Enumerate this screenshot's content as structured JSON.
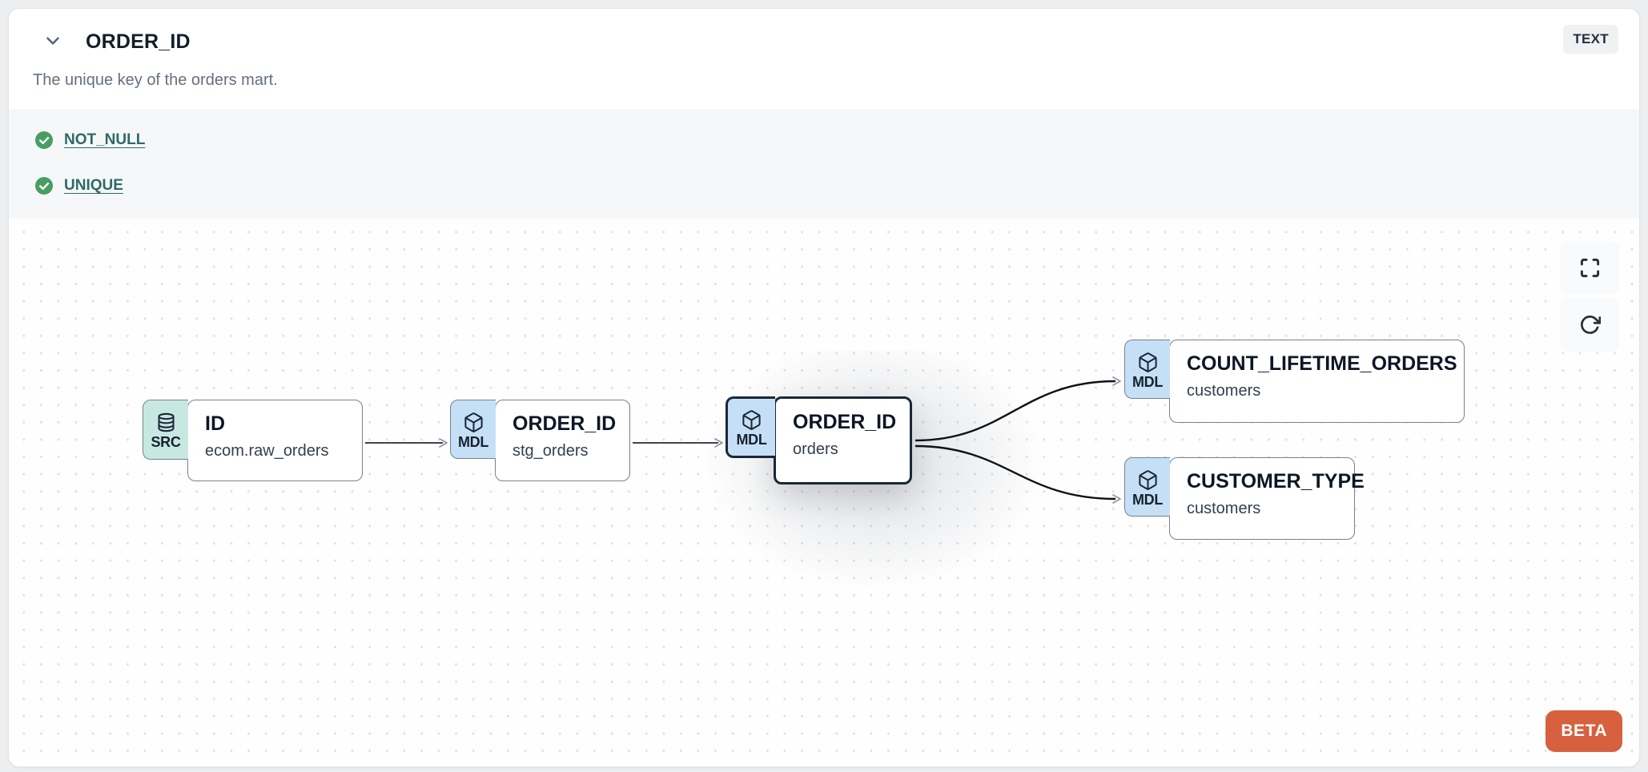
{
  "header": {
    "title": "ORDER_ID",
    "type_badge": "TEXT",
    "description": "The unique key of the orders mart."
  },
  "tests": {
    "items": [
      {
        "name": "NOT_NULL",
        "status": "pass"
      },
      {
        "name": "UNIQUE",
        "status": "pass"
      }
    ]
  },
  "lineage": {
    "nodes": [
      {
        "badge": "SRC",
        "icon": "database-icon",
        "title": "ID",
        "subtitle": "ecom.raw_orders",
        "highlighted": false
      },
      {
        "badge": "MDL",
        "icon": "cube-icon",
        "title": "ORDER_ID",
        "subtitle": "stg_orders",
        "highlighted": false
      },
      {
        "badge": "MDL",
        "icon": "cube-icon",
        "title": "ORDER_ID",
        "subtitle": "orders",
        "highlighted": true
      },
      {
        "badge": "MDL",
        "icon": "cube-icon",
        "title": "COUNT_LIFETIME_ORDERS",
        "subtitle": "customers",
        "highlighted": false
      },
      {
        "badge": "MDL",
        "icon": "cube-icon",
        "title": "CUSTOMER_TYPE",
        "subtitle": "customers",
        "highlighted": false
      }
    ],
    "edges": [
      {
        "from": "ID (ecom.raw_orders)",
        "to": "ORDER_ID (stg_orders)"
      },
      {
        "from": "ORDER_ID (stg_orders)",
        "to": "ORDER_ID (orders)"
      },
      {
        "from": "ORDER_ID (orders)",
        "to": "COUNT_LIFETIME_ORDERS (customers)"
      },
      {
        "from": "ORDER_ID (orders)",
        "to": "CUSTOMER_TYPE (customers)"
      }
    ],
    "beta_label": "BETA"
  },
  "colors": {
    "beta_accent": "#d7603f",
    "test_pass_green": "#479e63",
    "test_link_teal": "#2d6a67",
    "src_badge_bg": "#c6e8e1",
    "mdl_badge_bg": "#c5e0f6",
    "highlight_border": "#1b2736"
  }
}
